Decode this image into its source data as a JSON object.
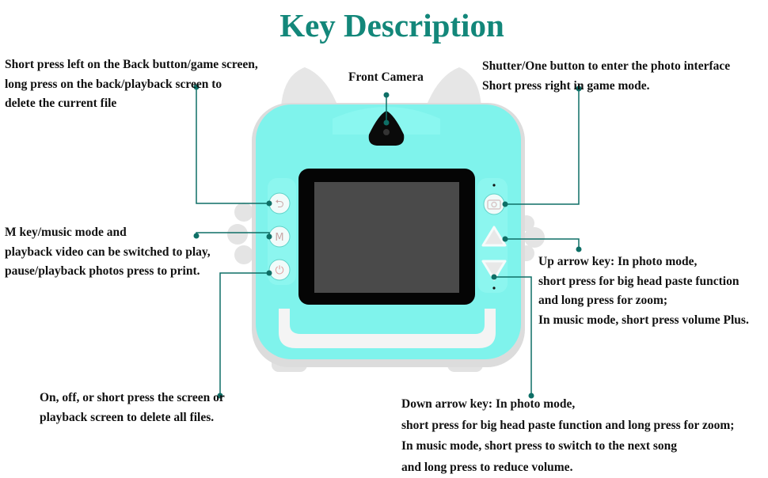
{
  "title": "Key Description",
  "colors": {
    "accent": "#13877a",
    "leader": "#0e6f66",
    "body": "#7ff3ec",
    "screen": "#4a4a4a"
  },
  "labels": {
    "back": [
      "Short press left on the Back button/game screen,",
      "long press on the back/playback screen to",
      "delete the current file"
    ],
    "front_camera": [
      "Front Camera"
    ],
    "shutter": [
      "Shutter/One button to enter the photo interface",
      "Short press right in game mode."
    ],
    "m_key": [
      "M key/music mode and",
      "playback video can be switched to play,",
      "pause/playback photos press to print."
    ],
    "up_arrow": [
      "Up arrow key: In photo mode,",
      "short press for big head paste function",
      "and long press for zoom;",
      "In music mode, short press volume Plus."
    ],
    "power": [
      "On, off, or short press the screen or",
      "playback screen to delete all files."
    ],
    "down_arrow": [
      "Down arrow key: In photo mode,",
      "short press for big head paste function and long press for zoom;",
      "In music mode, short press to switch to the next song",
      "and long press to reduce volume."
    ]
  },
  "button_glyphs": {
    "back": "⮌",
    "m": "M",
    "power": "⏻"
  }
}
